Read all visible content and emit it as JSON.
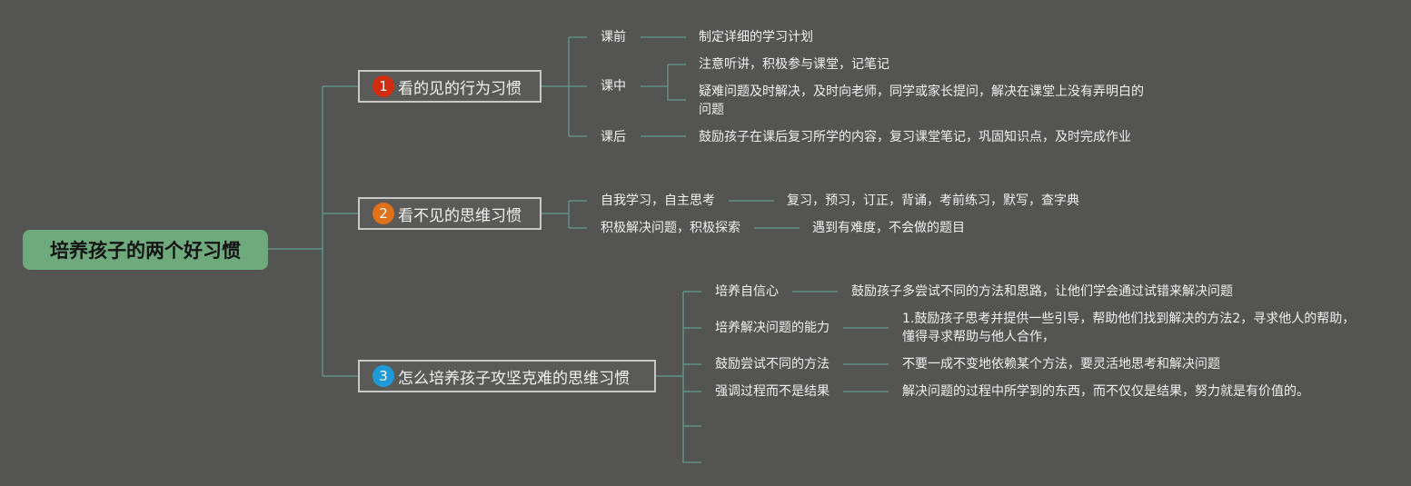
{
  "colors": {
    "background": "#545553",
    "root_fill": "#6faa7d",
    "connector": "#5f9c8f",
    "badge_1": "#d02d10",
    "badge_2": "#e0701a",
    "badge_3": "#1e9bd7"
  },
  "root": {
    "label": "培养孩子的两个好习惯"
  },
  "branches": [
    {
      "number": "1",
      "label": "看的见的行为习惯",
      "children": [
        {
          "label": "课前",
          "details": [
            "制定详细的学习计划"
          ]
        },
        {
          "label": "课中",
          "details": [
            "注意听讲，积极参与课堂，记笔记",
            "疑难问题及时解决，及时向老师，同学或家长提问，解决在课堂上没有弄明白的问题"
          ]
        },
        {
          "label": "课后",
          "details": [
            "鼓励孩子在课后复习所学的内容，复习课堂笔记，巩固知识点，及时完成作业"
          ]
        }
      ]
    },
    {
      "number": "2",
      "label": "看不见的思维习惯",
      "children": [
        {
          "label": "自我学习，自主思考",
          "details": [
            "复习，预习，订正，背诵，考前练习，默写，查字典"
          ]
        },
        {
          "label": "积极解决问题，积极探索",
          "details": [
            "遇到有难度，不会做的题目"
          ]
        }
      ]
    },
    {
      "number": "3",
      "label": "怎么培养孩子攻坚克难的思维习惯",
      "children": [
        {
          "label": "培养自信心",
          "details": [
            "鼓励孩子多尝试不同的方法和思路，让他们学会通过试错来解决问题"
          ]
        },
        {
          "label": "培养解决问题的能力",
          "details": [
            "1.鼓励孩子思考并提供一些引导，帮助他们找到解决的方法2，寻求他人的帮助，懂得寻求帮助与他人合作，"
          ]
        },
        {
          "label": "鼓励尝试不同的方法",
          "details": [
            "不要一成不变地依赖某个方法，要灵活地思考和解决问题"
          ]
        },
        {
          "label": "强调过程而不是结果",
          "details": [
            "解决问题的过程中所学到的东西，而不仅仅是结果，努力就是有价值的。"
          ]
        },
        {
          "label": "",
          "details": []
        },
        {
          "label": "",
          "details": []
        }
      ]
    }
  ]
}
